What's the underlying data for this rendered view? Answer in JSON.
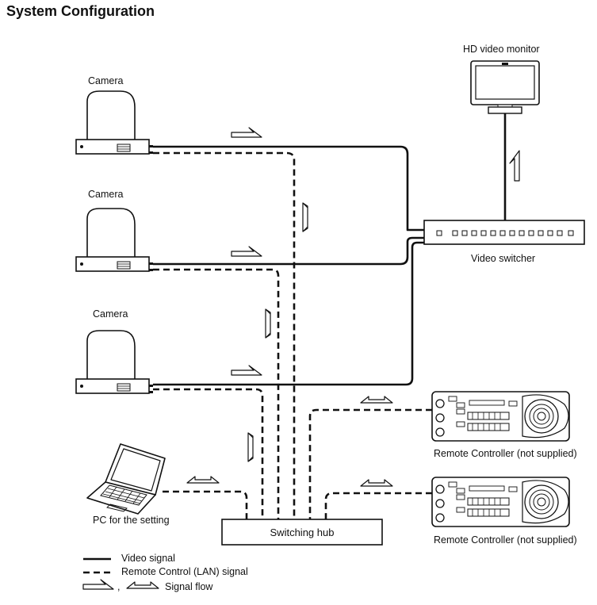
{
  "title": "System Configuration",
  "devices": {
    "cameras": [
      "Camera",
      "Camera",
      "Camera"
    ],
    "monitor": "HD video monitor",
    "switcher": "Video switcher",
    "pc": "PC for the setting",
    "hub": "Switching hub",
    "controllers": [
      "Remote Controller (not supplied)",
      "Remote Controller (not supplied)"
    ]
  },
  "legend": {
    "video": "Video signal",
    "lan": "Remote Control (LAN) signal",
    "separator": ",",
    "flow": "Signal flow"
  }
}
